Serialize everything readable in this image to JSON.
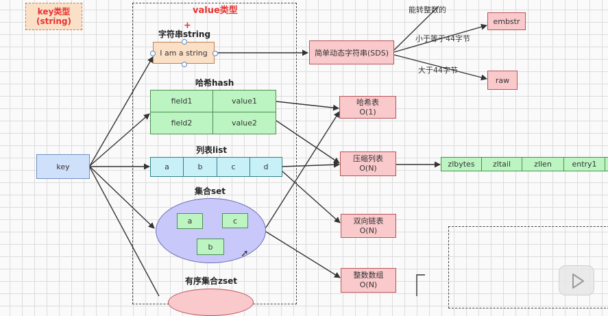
{
  "key_type_title": "key类型\n(string)",
  "value_type_title": "value类型",
  "key_box": "key",
  "string": {
    "title": "字符串string",
    "content": "I am a string"
  },
  "hash": {
    "title": "哈希hash",
    "cells": [
      "field1",
      "value1",
      "field2",
      "value2"
    ]
  },
  "list": {
    "title": "列表list",
    "cells": [
      "a",
      "b",
      "c",
      "d"
    ]
  },
  "set": {
    "title": "集合set",
    "members": [
      "a",
      "c",
      "b"
    ]
  },
  "zset": {
    "title": "有序集合zset"
  },
  "sds": "简单动态字符串(SDS)",
  "encodings": {
    "embstr": "embstr",
    "raw": "raw"
  },
  "edge_labels": {
    "int": "能转整数的",
    "le44": "小于等于44字节",
    "gt44": "大于44字节"
  },
  "hashtable": {
    "name": "哈希表",
    "complexity": "O(1)"
  },
  "ziplist": {
    "name": "压缩列表",
    "complexity": "O(N)"
  },
  "linkedlist": {
    "name": "双向链表",
    "complexity": "O(N)"
  },
  "intset": {
    "name": "整数数组",
    "complexity": "O(N)"
  },
  "ziplist_parts": [
    "zlbytes",
    "zltail",
    "zllen",
    "entry1"
  ],
  "colors": {
    "title_red": "#e8322f",
    "pink": "#f9c9cb",
    "green": "#bdf5c2",
    "blue": "#cfe0fb",
    "cyan": "#c8f1f7",
    "lavender": "#c9c8fb"
  }
}
